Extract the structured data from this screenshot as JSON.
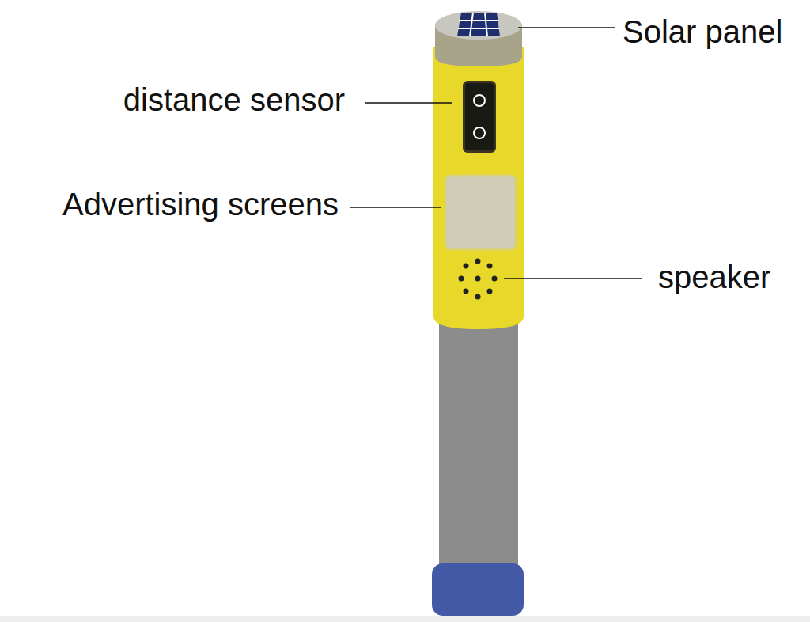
{
  "diagram": {
    "labels": [
      "Solar panel",
      "distance sensor",
      "Advertising screens",
      "speaker"
    ]
  }
}
